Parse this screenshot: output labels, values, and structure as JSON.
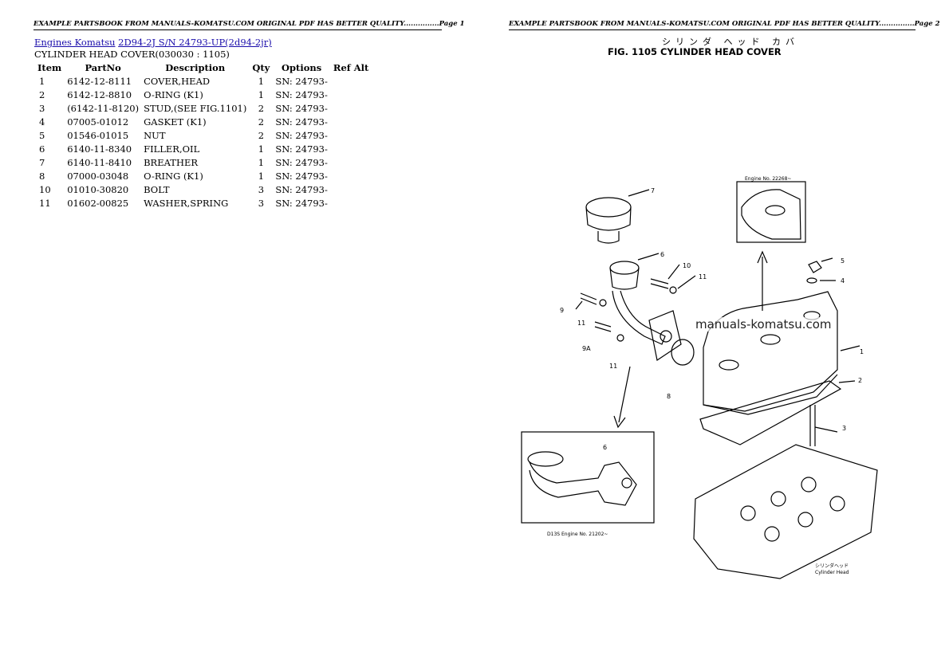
{
  "headers": {
    "page1": "EXAMPLE PARTSBOOK FROM MANUALS-KOMATSU.COM ORIGINAL PDF HAS BETTER QUALITY...............Page 1",
    "page2": "EXAMPLE PARTSBOOK FROM MANUALS-KOMATSU.COM ORIGINAL PDF HAS BETTER QUALITY...............Page 2"
  },
  "breadcrumb": {
    "link1": "Engines Komatsu",
    "link2": "2D94-2J S/N 24793-UP(2d94-2jr)"
  },
  "subtitle": "CYLINDER HEAD COVER(030030 : 1105)",
  "table": {
    "columns": [
      "Item",
      "PartNo",
      "Description",
      "Qty",
      "Options",
      "Ref Alt"
    ],
    "rows": [
      {
        "item": "1",
        "partno": "6142-12-8111",
        "desc": "COVER,HEAD",
        "qty": "1",
        "options": "SN: 24793-",
        "ref": ""
      },
      {
        "item": "2",
        "partno": "6142-12-8810",
        "desc": "O-RING (K1)",
        "qty": "1",
        "options": "SN: 24793-",
        "ref": ""
      },
      {
        "item": "3",
        "partno": "(6142-11-8120)",
        "desc": "STUD,(SEE FIG.1101)",
        "qty": "2",
        "options": "SN: 24793-",
        "ref": ""
      },
      {
        "item": "4",
        "partno": "07005-01012",
        "desc": "GASKET (K1)",
        "qty": "2",
        "options": "SN: 24793-",
        "ref": ""
      },
      {
        "item": "5",
        "partno": "01546-01015",
        "desc": "NUT",
        "qty": "2",
        "options": "SN: 24793-",
        "ref": ""
      },
      {
        "item": "6",
        "partno": "6140-11-8340",
        "desc": "FILLER,OIL",
        "qty": "1",
        "options": "SN: 24793-",
        "ref": ""
      },
      {
        "item": "7",
        "partno": "6140-11-8410",
        "desc": "BREATHER",
        "qty": "1",
        "options": "SN: 24793-",
        "ref": ""
      },
      {
        "item": "8",
        "partno": "07000-03048",
        "desc": "O-RING (K1)",
        "qty": "1",
        "options": "SN: 24793-",
        "ref": ""
      },
      {
        "item": "10",
        "partno": "01010-30820",
        "desc": "BOLT",
        "qty": "3",
        "options": "SN: 24793-",
        "ref": ""
      },
      {
        "item": "11",
        "partno": "01602-00825",
        "desc": "WASHER,SPRING",
        "qty": "3",
        "options": "SN: 24793-",
        "ref": ""
      }
    ]
  },
  "figure": {
    "title_jp": "シリンダ ヘッド カバ",
    "title_en": "FIG. 1105   CYLINDER HEAD COVER",
    "watermark": "manuals-komatsu.com",
    "inset_top": "Engine No. 22268~",
    "inset_bottom": "D13S Engine No. 21202~",
    "head_label_jp": "シリンダヘッド",
    "head_label_en": "Cylinder Head",
    "callouts": [
      "7",
      "6",
      "10",
      "11",
      "9",
      "11",
      "9A",
      "11",
      "8",
      "5",
      "4",
      "1",
      "2",
      "3",
      "6"
    ]
  }
}
